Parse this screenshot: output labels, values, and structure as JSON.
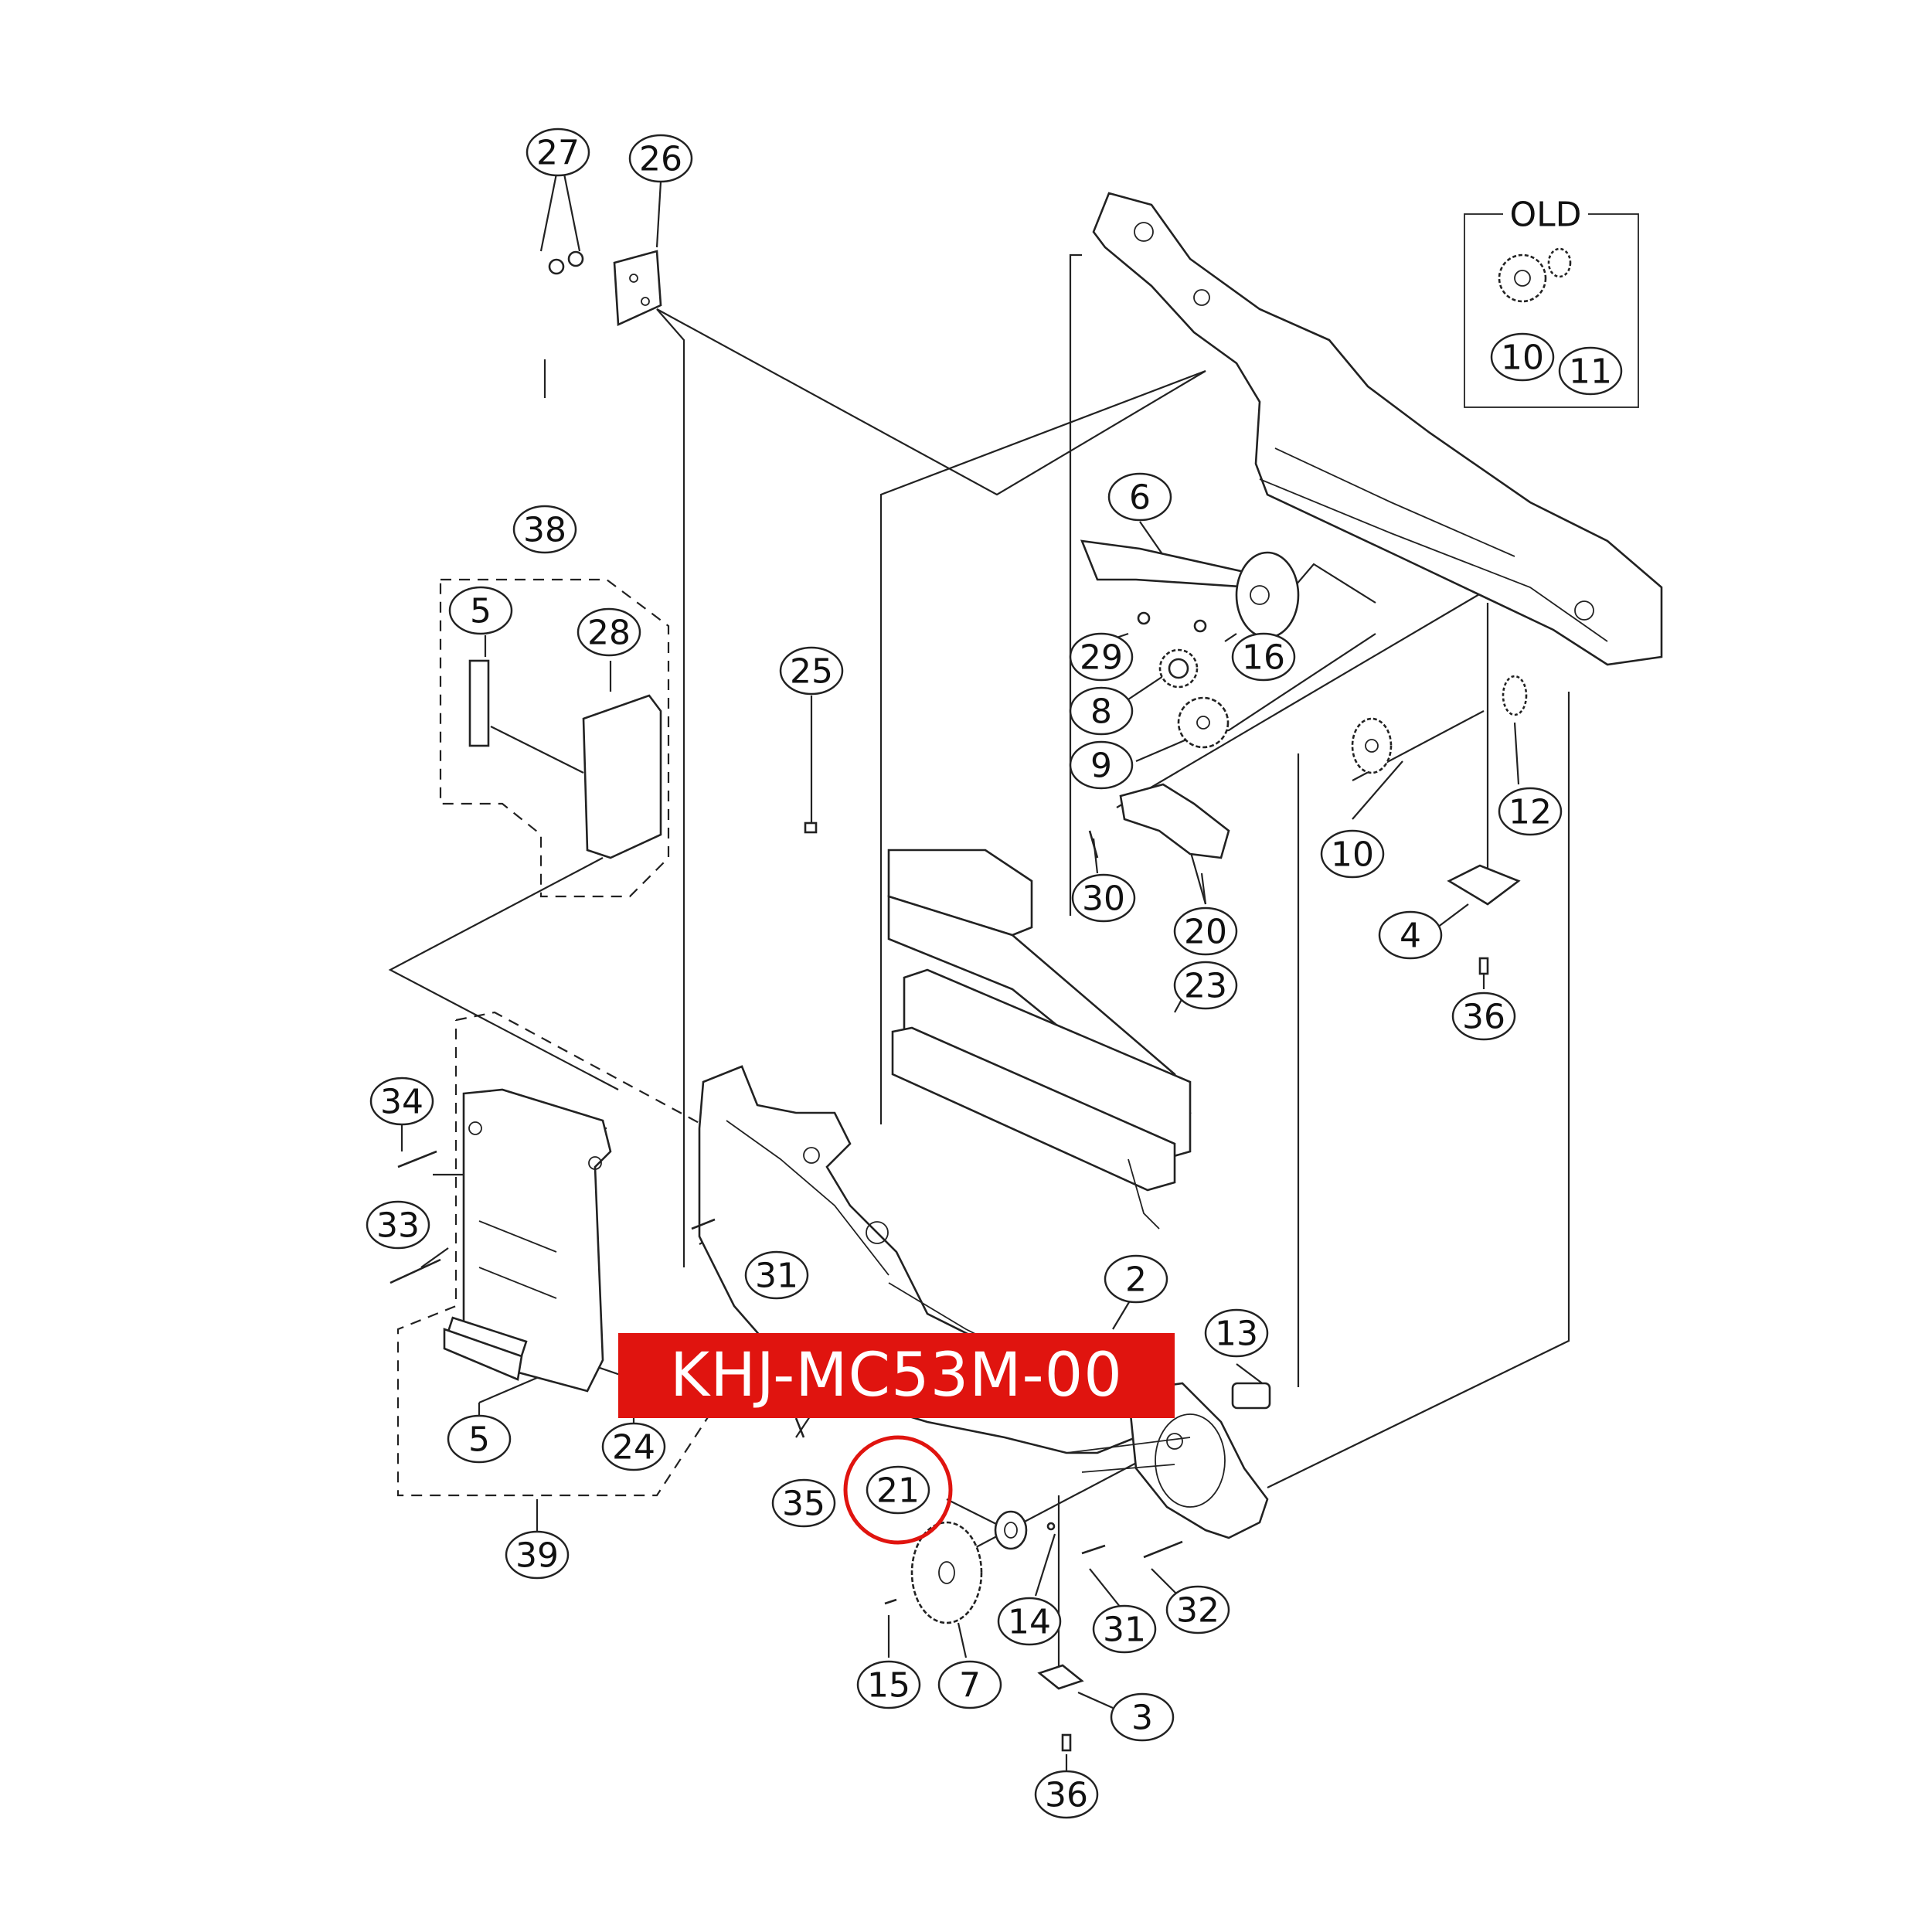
{
  "part_code": "KHJ-MC53M-00",
  "highlight_color": "#e0140f",
  "old_box_label": "OLD",
  "highlighted_callout": "21",
  "callouts": [
    {
      "id": "c27",
      "label": "27"
    },
    {
      "id": "c26",
      "label": "26"
    },
    {
      "id": "c38",
      "label": "38"
    },
    {
      "id": "c5a",
      "label": "5"
    },
    {
      "id": "c28",
      "label": "28"
    },
    {
      "id": "c25",
      "label": "25"
    },
    {
      "id": "c6",
      "label": "6"
    },
    {
      "id": "c29",
      "label": "29"
    },
    {
      "id": "c16",
      "label": "16"
    },
    {
      "id": "c8",
      "label": "8"
    },
    {
      "id": "c9",
      "label": "9"
    },
    {
      "id": "c10old",
      "label": "10"
    },
    {
      "id": "c11",
      "label": "11"
    },
    {
      "id": "c10",
      "label": "10"
    },
    {
      "id": "c12",
      "label": "12"
    },
    {
      "id": "c30",
      "label": "30"
    },
    {
      "id": "c20",
      "label": "20"
    },
    {
      "id": "c4",
      "label": "4"
    },
    {
      "id": "c36a",
      "label": "36"
    },
    {
      "id": "c23",
      "label": "23"
    },
    {
      "id": "c34",
      "label": "34"
    },
    {
      "id": "c33",
      "label": "33"
    },
    {
      "id": "c31a",
      "label": "31"
    },
    {
      "id": "c2",
      "label": "2"
    },
    {
      "id": "c13",
      "label": "13"
    },
    {
      "id": "c5b",
      "label": "5"
    },
    {
      "id": "c24",
      "label": "24"
    },
    {
      "id": "c35",
      "label": "35"
    },
    {
      "id": "c21",
      "label": "21"
    },
    {
      "id": "c39",
      "label": "39"
    },
    {
      "id": "c14",
      "label": "14"
    },
    {
      "id": "c31b",
      "label": "31"
    },
    {
      "id": "c32",
      "label": "32"
    },
    {
      "id": "c15",
      "label": "15"
    },
    {
      "id": "c7",
      "label": "7"
    },
    {
      "id": "c3",
      "label": "3"
    },
    {
      "id": "c36b",
      "label": "36"
    }
  ]
}
